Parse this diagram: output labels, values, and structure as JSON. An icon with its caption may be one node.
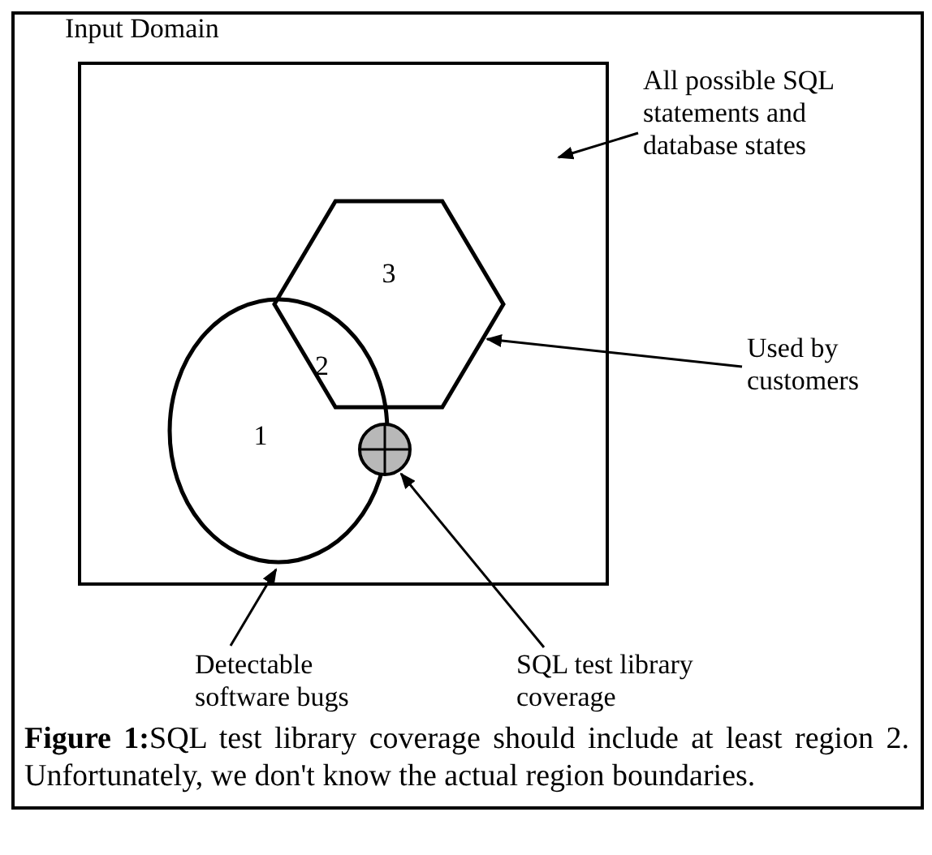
{
  "diagram": {
    "caption": "**Figure 1:**SQL test library coverage should include at least region 2. Unfortunately, we don't know the actual region boundaries.",
    "nodes": [
      {
        "text": [
          "Input Domain"
        ]
      },
      {
        "text": [
          "3"
        ],
        "in": 0
      },
      {
        "text": [
          "1"
        ],
        "in": 0
      },
      {
        "text": [],
        "shape": "circle",
        "in": 0
      },
      {
        "text": [
          "All possible SQL statements and database states"
        ]
      },
      {
        "text": [
          "Used by customers"
        ]
      },
      {
        "text": [
          "Detectable software bugs"
        ]
      },
      {
        "text": [
          "SQL test library coverage"
        ]
      }
    ],
    "edges": [
      {
        "from": 4,
        "to": 0,
        "arrow": "to"
      },
      {
        "from": 5,
        "to": 1,
        "arrow": "to"
      },
      {
        "from": 6,
        "to": 2,
        "arrow": "to"
      },
      {
        "from": 7,
        "to": 3,
        "arrow": "to"
      }
    ],
    "labels": [
      "2"
    ]
  }
}
